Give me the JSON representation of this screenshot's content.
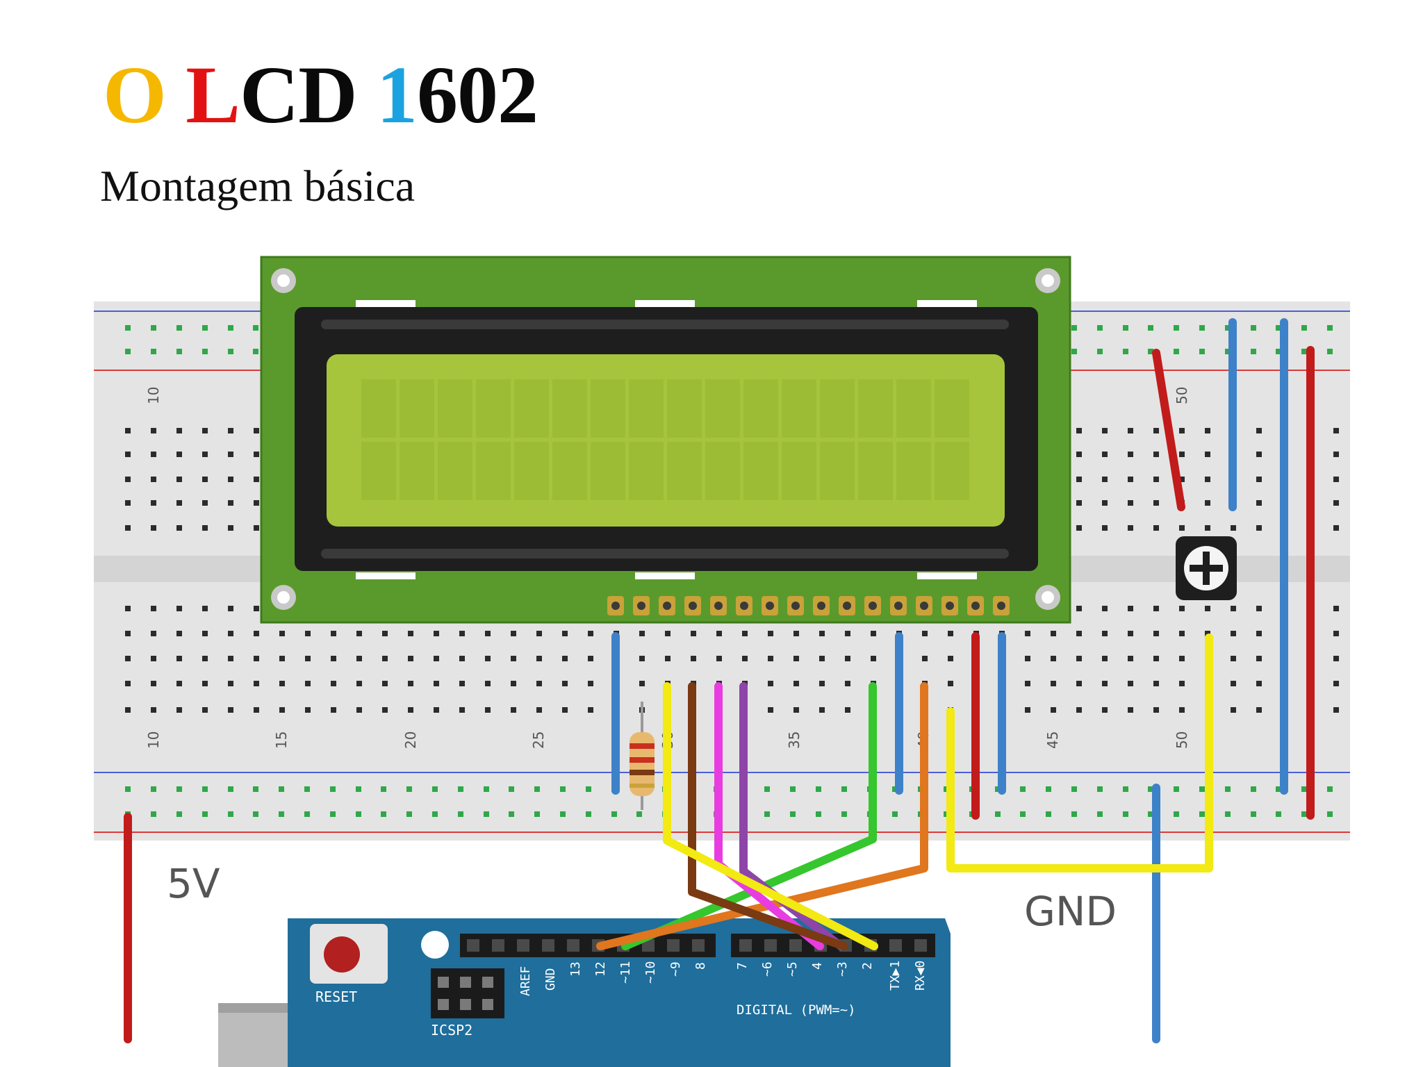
{
  "title": {
    "parts": [
      {
        "text": "O ",
        "color": "#F5B800"
      },
      {
        "text": "L",
        "color": "#E31212"
      },
      {
        "text": "CD ",
        "color": "#0a0a0a"
      },
      {
        "text": "1",
        "color": "#1AA3E0"
      },
      {
        "text": "602",
        "color": "#0a0a0a"
      }
    ]
  },
  "subtitle": "Montagem básica",
  "labels": {
    "five_v": "5V",
    "gnd": "GND"
  },
  "breadboard": {
    "row_numbers": [
      "10",
      "15",
      "20",
      "25",
      "30",
      "35",
      "40",
      "45",
      "50"
    ]
  },
  "arduino": {
    "reset_label": "RESET",
    "icsp_label": "ICSP2",
    "digital_label": "DIGITAL (PWM=~)",
    "pin_labels": [
      "AREF",
      "GND",
      "13",
      "12",
      "~11",
      "~10",
      "~9",
      "8",
      "7",
      "~6",
      "~5",
      "4",
      "~3",
      "2",
      "TX▶1",
      "RX◀0"
    ]
  },
  "colors": {
    "breadboard": "#e6e6e6",
    "lcd_pcb": "#5a9a2c",
    "lcd_screen": "#a6c53c",
    "arduino": "#1f6e9c",
    "wire_red": "#c21b1b",
    "wire_blue": "#3d82c8",
    "wire_yellow": "#f2ea12",
    "wire_green": "#36c62e",
    "wire_orange": "#e0761e",
    "wire_brown": "#7a3a12",
    "wire_magenta": "#e83ce0",
    "wire_purple": "#8e45a8"
  }
}
